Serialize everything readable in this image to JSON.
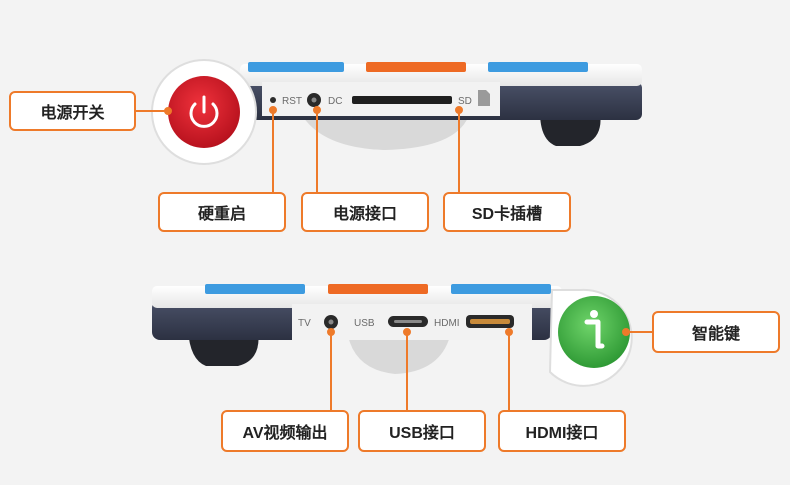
{
  "colors": {
    "callout_border": "#ee7a2a",
    "leader_line": "#ee7a2a",
    "button_blue": "#3d9be0",
    "button_orange": "#ee6a24",
    "power_button": "#d5222f",
    "info_button": "#49b84a"
  },
  "top_view": {
    "port_labels": {
      "rst": "RST",
      "dc": "DC",
      "sd": "SD"
    },
    "callouts": {
      "power_switch": "电源开关",
      "reset": "硬重启",
      "power_port": "电源接口",
      "sd_slot": "SD卡插槽"
    }
  },
  "bottom_view": {
    "port_labels": {
      "tv": "TV",
      "usb": "USB",
      "hdmi": "HDMI"
    },
    "callouts": {
      "av_output": "AV视频输出",
      "usb_port": "USB接口",
      "hdmi_port": "HDMI接口",
      "smart_key": "智能键"
    }
  },
  "icons": {
    "power_button": "power-icon",
    "info_button": "info-icon",
    "sd_card": "sd-card-icon"
  }
}
